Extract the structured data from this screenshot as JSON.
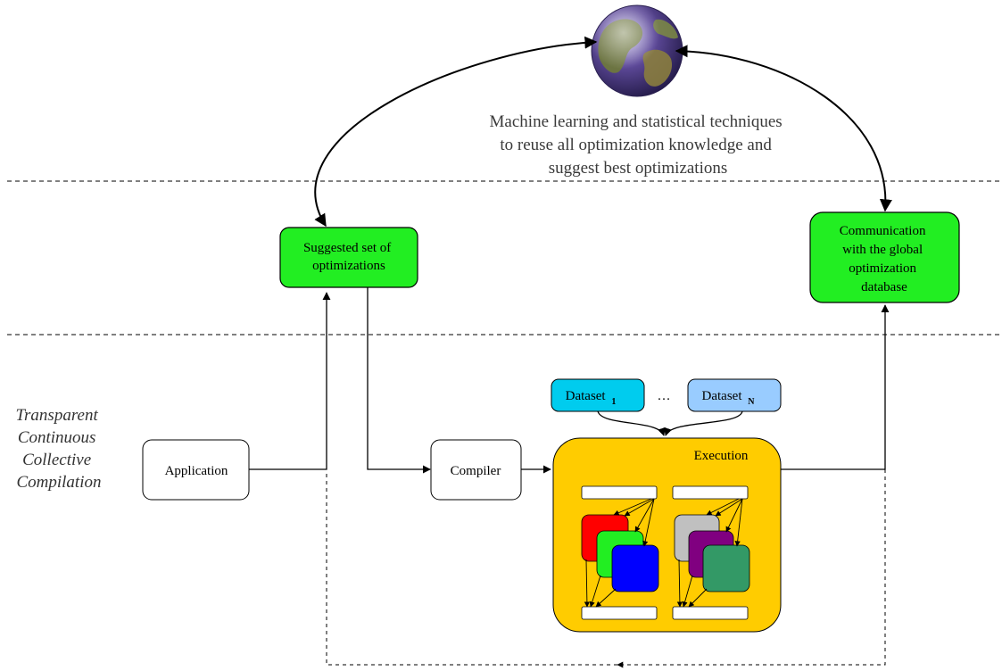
{
  "caption": {
    "lines": [
      "Machine learning and statistical techniques",
      "to reuse all optimization knowledge and",
      "suggest best optimizations"
    ]
  },
  "side_title": {
    "lines": [
      "Transparent",
      "Continuous",
      "Collective",
      "Compilation"
    ]
  },
  "nodes": {
    "suggested": {
      "lines": [
        "Suggested set of",
        "optimizations"
      ]
    },
    "communication": {
      "lines": [
        "Communication",
        "with the global",
        "optimization",
        "database"
      ]
    },
    "application": {
      "label": "Application"
    },
    "compiler": {
      "label": "Compiler"
    },
    "execution": {
      "label": "Execution"
    },
    "dataset_1": {
      "label": "Dataset",
      "subscript": "1"
    },
    "dataset_n": {
      "label": "Dataset",
      "subscript": "N"
    },
    "ellipsis": "…"
  },
  "colors": {
    "green_box": "#22ee22",
    "execution_box": "#ffcc00",
    "dataset_1": "#00ccee",
    "dataset_n": "#99ccff",
    "tile_red": "#ff0000",
    "tile_green": "#22ee22",
    "tile_blue": "#0000ff",
    "tile_gray": "#c0c0c0",
    "tile_purple": "#800080",
    "tile_teal": "#339966"
  },
  "icons": {
    "globe": "earth-globe-icon"
  }
}
